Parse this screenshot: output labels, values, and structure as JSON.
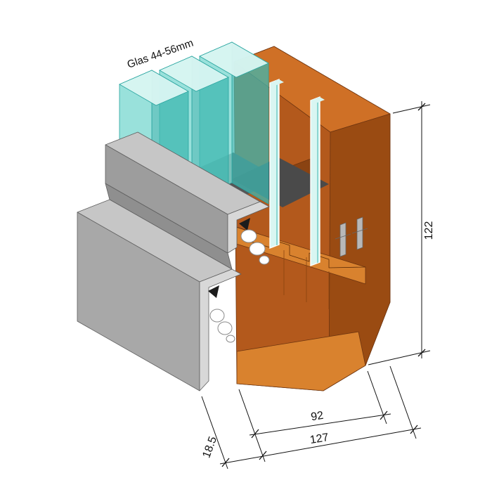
{
  "labels": {
    "glass": "Glas 44-56mm",
    "dim_height": "122",
    "dim_wood_depth": "92",
    "dim_total_depth": "127",
    "dim_alu_offset": "18.5"
  },
  "colors": {
    "background": "#ffffff",
    "wood_main": "#b3591c",
    "wood_light": "#cf7026",
    "wood_dark": "#9a4b12",
    "wood_cut": "#d9822e",
    "rebate_dark": "#565656",
    "glass_pale": "#d9f6f2",
    "glass_mid": "#7fd9d2",
    "glass_deep": "#3fb7b0",
    "alu_light": "#c6c6c6",
    "alu_mid": "#9d9d9d",
    "alu_front": "#a8a8a8",
    "alu_cut": "#d8d8d8",
    "line": "#111111"
  }
}
